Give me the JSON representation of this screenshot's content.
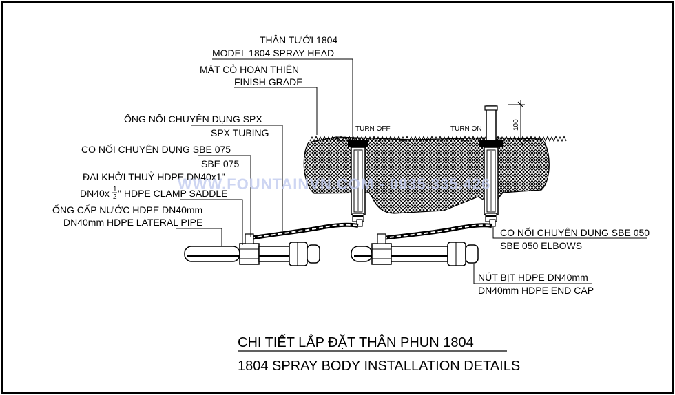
{
  "labels": {
    "spray_head_vi": "THÂN TƯỚI 1804",
    "spray_head_en": "MODEL 1804 SPRAY HEAD",
    "finish_grade_vi": "MẶT CỎ HOÀN THIỆN",
    "finish_grade_en": "FINISH GRADE",
    "spx_vi": "ỐNG NỐI CHUYÊN DỤNG SPX",
    "spx_en": "SPX TUBING",
    "sbe075_vi": "CO NỐI CHUYÊN DỤNG SBE 075",
    "sbe075_en": "SBE 075",
    "saddle_vi": "ĐAI KHỞI THUỶ HDPE DN40x1\"",
    "saddle_en_prefix": "DN40x",
    "saddle_en_num": "1",
    "saddle_en_den": "2",
    "saddle_en_suffix": "\" HDPE CLAMP SADDLE",
    "pipe_vi": "ỐNG CẤP NƯỚC HDPE DN40mm",
    "pipe_en": "DN40mm HDPE LATERAL PIPE",
    "turn_off": "TURN OFF",
    "turn_on": "TURN ON",
    "dim_100": "100",
    "sbe050_vi": "CO NỐI CHUYÊN DỤNG SBE 050",
    "sbe050_en": "SBE 050 ELBOWS",
    "endcap_vi": "NÚT BỊT HDPE DN40mm",
    "endcap_en": "DN40mm HDPE END CAP"
  },
  "watermark": "WWW.FOUNTAINVN.COM - 0935.335.426",
  "title": {
    "vi": "CHI TIẾT LẮP ĐẶT THÂN PHUN 1804",
    "en": "1804 SPRAY BODY INSTALLATION DETAILS"
  }
}
